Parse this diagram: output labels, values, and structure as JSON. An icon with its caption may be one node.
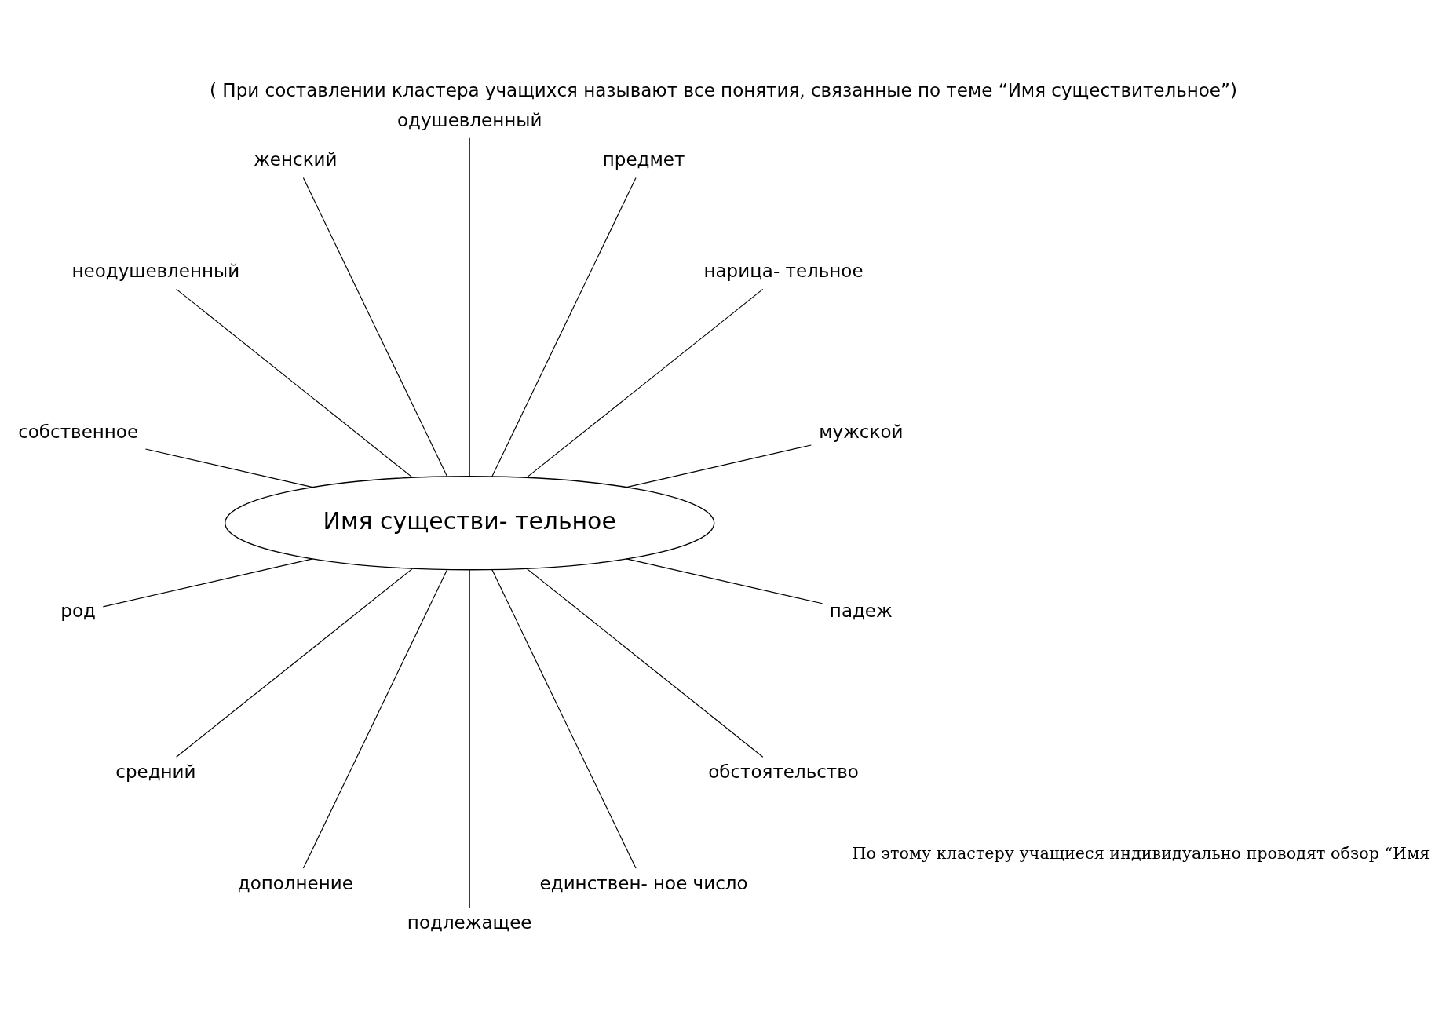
{
  "diagram": {
    "title": "( При составлении кластера учащихся называют все понятия, связанные по теме “Имя существительное”)",
    "nodes": [
      {
        "text": [
          "Имя существи- тельное"
        ]
      },
      {
        "text": [
          "мужской"
        ]
      },
      {
        "text": [
          "нарица- тельное"
        ]
      },
      {
        "text": [
          "предмет"
        ]
      },
      {
        "text": [
          "одушевленный"
        ]
      },
      {
        "text": [
          "женский"
        ]
      },
      {
        "text": [
          "неодушевленный"
        ]
      },
      {
        "text": [
          "собственное"
        ]
      },
      {
        "text": [
          "род"
        ]
      },
      {
        "text": [
          "средний"
        ]
      },
      {
        "text": [
          "дополнение"
        ]
      },
      {
        "text": [
          "подлежащее"
        ]
      },
      {
        "text": [
          "единствен- ное число"
        ]
      },
      {
        "text": [
          "обстоятельство"
        ]
      },
      {
        "text": [
          "падеж"
        ]
      }
    ],
    "edges": [
      {
        "from": 0,
        "to": 1,
        "arrow": "none"
      },
      {
        "from": 0,
        "to": 2,
        "arrow": "none"
      },
      {
        "from": 0,
        "to": 3,
        "arrow": "none"
      },
      {
        "from": 0,
        "to": 4,
        "arrow": "none"
      },
      {
        "from": 0,
        "to": 5,
        "arrow": "none"
      },
      {
        "from": 0,
        "to": 6,
        "arrow": "none"
      },
      {
        "from": 0,
        "to": 7,
        "arrow": "none"
      },
      {
        "from": 0,
        "to": 8,
        "arrow": "none"
      },
      {
        "from": 0,
        "to": 9,
        "arrow": "none"
      },
      {
        "from": 0,
        "to": 10,
        "arrow": "none"
      },
      {
        "from": 0,
        "to": 11,
        "arrow": "none"
      },
      {
        "from": 0,
        "to": 12,
        "arrow": "none"
      },
      {
        "from": 0,
        "to": 13,
        "arrow": "none"
      },
      {
        "from": 0,
        "to": 14,
        "arrow": "none"
      }
    ],
    "labels": [
      "По этому кластеру учащиеся индивидуально проводят обзор “Имя"
    ]
  }
}
